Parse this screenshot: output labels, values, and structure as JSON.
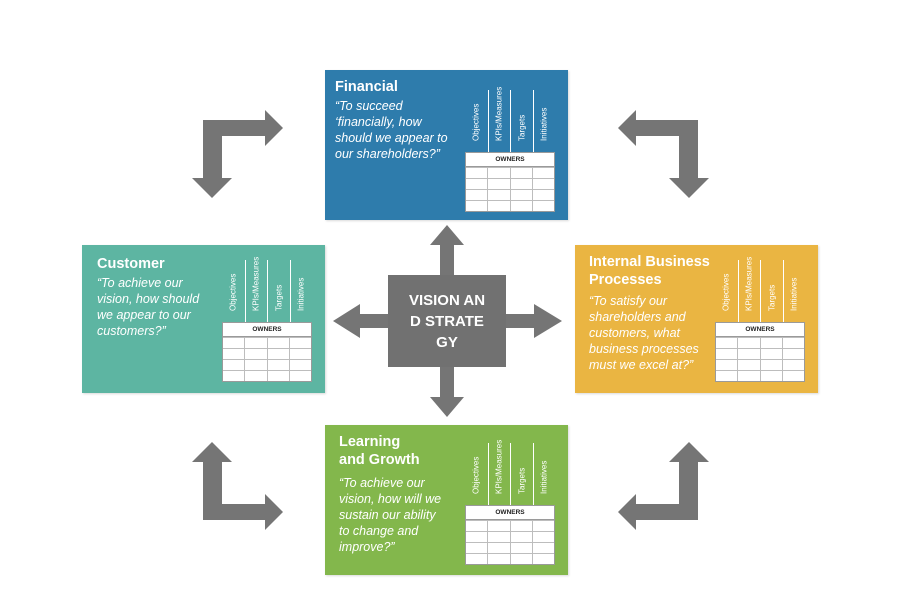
{
  "colors": {
    "financial": "#2e7cac",
    "customer": "#5db5a2",
    "internal": "#eab542",
    "learning": "#83b74c",
    "center": "#717171",
    "arrows": "#757575"
  },
  "center": {
    "label": "VISION AND STRATEGY"
  },
  "table_headers": [
    "Objectives",
    "KPIs/Measures",
    "Targets",
    "Initiatives"
  ],
  "owners_label": "OWNERS",
  "cards": {
    "financial": {
      "title": "Financial",
      "quote": "“To succeed\n‘financially, how\nshould we appear to\nour shareholders?”"
    },
    "customer": {
      "title": "Customer",
      "quote": "“To achieve our\nvision, how should\nwe appear to our\ncustomers?”"
    },
    "internal": {
      "title": "Internal Business\nProcesses",
      "quote": "“To satisfy our\nshareholders and\ncustomers, what\nbusiness processes\nmust we excel at?”"
    },
    "learning": {
      "title": "Learning\nand Growth",
      "quote": "“To achieve our\nvision, how will we\nsustain our ability\nto change and\nimprove?”"
    }
  }
}
